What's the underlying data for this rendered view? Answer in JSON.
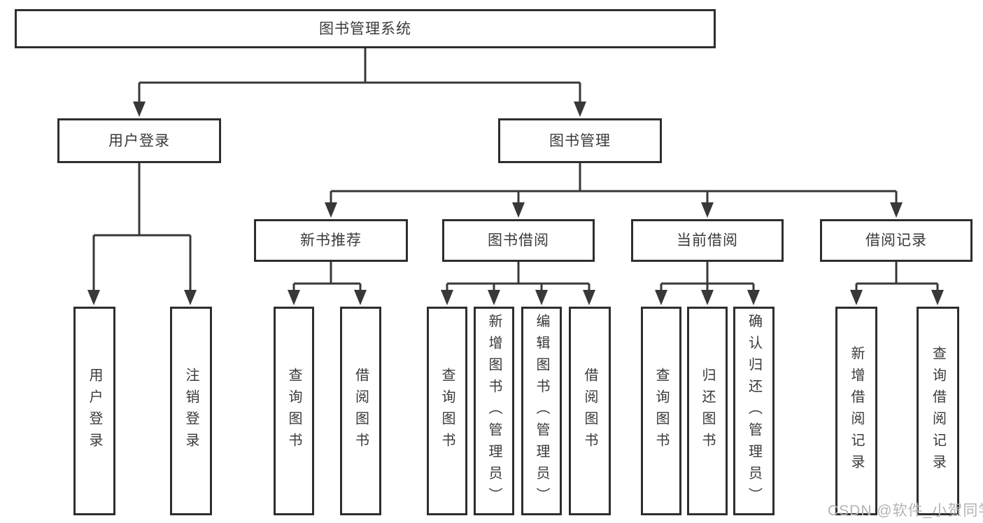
{
  "diagram": {
    "title": "图书管理系统",
    "type": "hierarchy-tree",
    "tree": {
      "label": "图书管理系统",
      "children": [
        {
          "label": "用户登录",
          "children": [
            {
              "label": "用户登录"
            },
            {
              "label": "注销登录"
            }
          ]
        },
        {
          "label": "图书管理",
          "children": [
            {
              "label": "新书推荐",
              "children": [
                {
                  "label": "查询图书"
                },
                {
                  "label": "借阅图书"
                }
              ]
            },
            {
              "label": "图书借阅",
              "children": [
                {
                  "label": "查询图书"
                },
                {
                  "label": "新增图书（管理员）"
                },
                {
                  "label": "编辑图书（管理员）"
                },
                {
                  "label": "借阅图书"
                }
              ]
            },
            {
              "label": "当前借阅",
              "children": [
                {
                  "label": "查询图书"
                },
                {
                  "label": "归还图书"
                },
                {
                  "label": "确认归还（管理员）"
                }
              ]
            },
            {
              "label": "借阅记录",
              "children": [
                {
                  "label": "新增借阅记录"
                },
                {
                  "label": "查询借阅记录"
                }
              ]
            }
          ]
        }
      ]
    },
    "colors": {
      "line-color": "#383838",
      "border-color": "#2e2e2e",
      "text-color": "#3a3a3a",
      "bg-color": "#ffffff",
      "watermark-color": "#b3b3b3"
    }
  },
  "watermark": {
    "text": "CSDN @软件_小贺同学"
  }
}
